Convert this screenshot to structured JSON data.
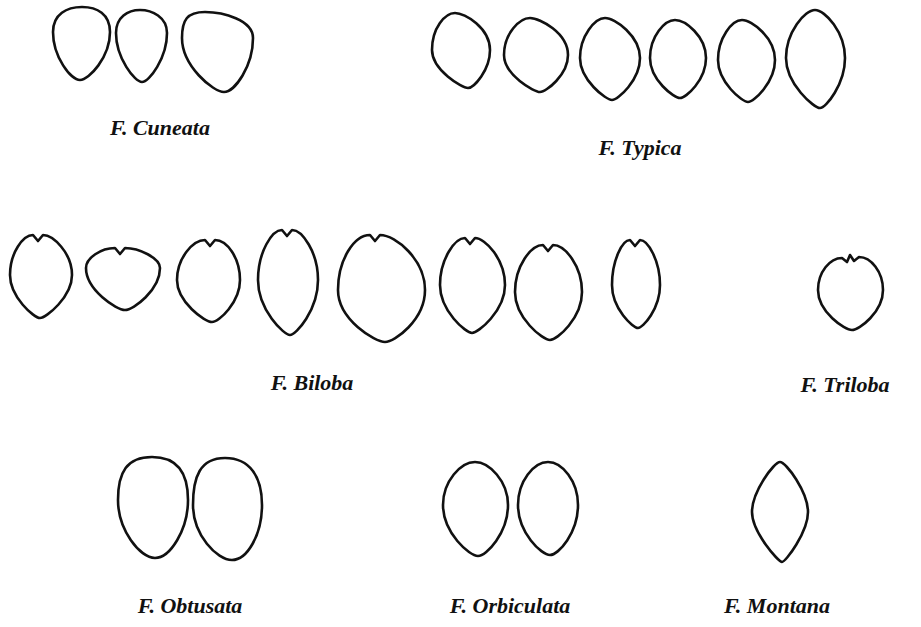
{
  "diagram": {
    "labels": [
      "F. Cuneata",
      "F. Typica",
      "F. Biloba",
      "F. Triloba",
      "F. Obtusata",
      "F. Orbiculata",
      "F. Montana"
    ]
  }
}
